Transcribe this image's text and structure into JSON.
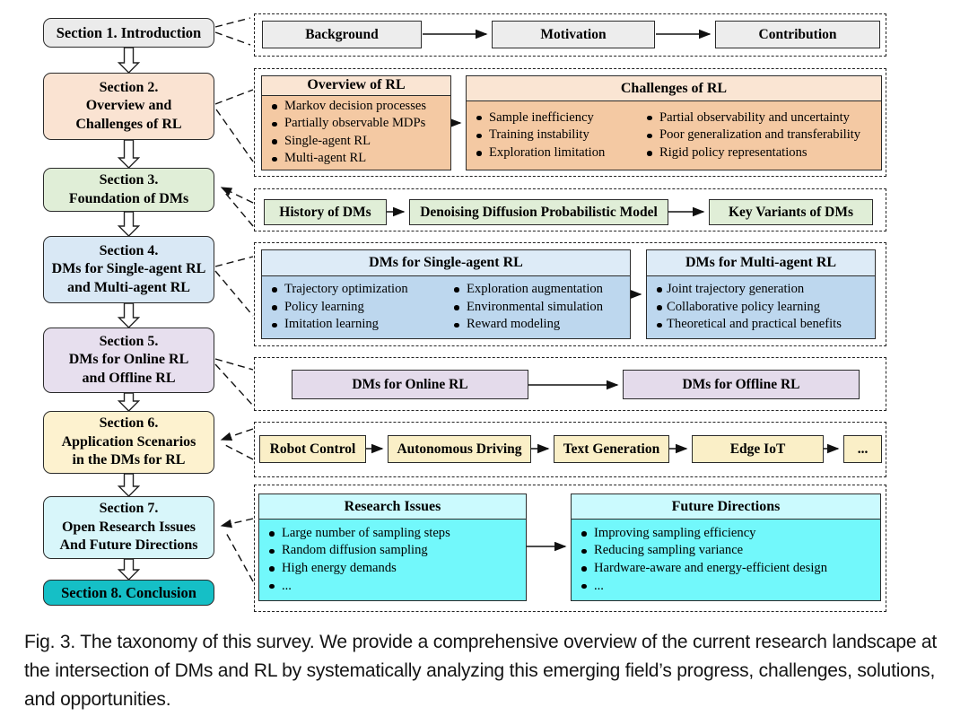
{
  "figure": {
    "caption": "Fig. 3.  The taxonomy of this survey. We provide a comprehensive overview of the current research landscape at the intersection of DMs and RL by systematically analyzing this emerging field’s progress, challenges, solutions, and opportunities."
  },
  "sections": [
    {
      "title": "Section 1. Introduction",
      "color": "#EBEBEB"
    },
    {
      "title": "Section 2.\nOverview and\nChallenges of RL",
      "color": "#FAE3D2"
    },
    {
      "title": "Section 3.\nFoundation of DMs",
      "color": "#E0EED7"
    },
    {
      "title": "Section 4.\nDMs for Single-agent RL\nand Multi-agent RL",
      "color": "#D9E8F5"
    },
    {
      "title": "Section 5.\nDMs for Online RL\nand Offline RL",
      "color": "#E7DFEE"
    },
    {
      "title": "Section 6.\nApplication Scenarios\nin the DMs for RL",
      "color": "#FDF2CF"
    },
    {
      "title": "Section 7.\nOpen Research Issues\nAnd Future Directions",
      "color": "#D8F6FA"
    },
    {
      "title": "Section 8. Conclusion",
      "color": "#15BFC6"
    }
  ],
  "intro_flow": {
    "background": "Background",
    "motivation": "Motivation",
    "contribution": "Contribution"
  },
  "rl": {
    "overview": {
      "title": "Overview of RL",
      "items": [
        "Markov decision processes",
        "Partially observable MDPs",
        "Single-agent RL",
        "Multi-agent RL"
      ]
    },
    "challenges": {
      "title": "Challenges of RL",
      "col1": [
        "Sample inefficiency",
        "Training instability",
        "Exploration limitation"
      ],
      "col2": [
        "Partial observability and uncertainty",
        "Poor generalization and transferability",
        "Rigid policy representations"
      ]
    }
  },
  "foundation": {
    "history": "History of DMs",
    "ddpm": "Denoising Diffusion Probabilistic Model",
    "variants": "Key Variants of DMs"
  },
  "agents": {
    "single": {
      "title": "DMs  for Single-agent RL",
      "col1": [
        "Trajectory optimization",
        "Policy learning",
        "Imitation learning"
      ],
      "col2": [
        "Exploration augmentation",
        "Environmental simulation",
        "Reward modeling"
      ]
    },
    "multi": {
      "title": "DMs for Multi-agent RL",
      "items": [
        "Joint trajectory generation",
        "Collaborative policy learning",
        "Theoretical and practical benefits"
      ]
    }
  },
  "online_offline": {
    "online": "DMs for Online RL",
    "offline": "DMs for Offline RL"
  },
  "applications": {
    "items": [
      "Robot Control",
      "Autonomous Driving",
      "Text Generation",
      "Edge IoT",
      "..."
    ]
  },
  "research": {
    "issues": {
      "title": "Research Issues",
      "items": [
        "Large number of sampling steps",
        "Random diffusion sampling",
        "High energy demands",
        "..."
      ]
    },
    "future": {
      "title": "Future Directions",
      "items": [
        "Improving sampling efficiency",
        "Reducing sampling variance",
        "Hardware-aware and energy-efficient design",
        "..."
      ]
    }
  },
  "colors": {
    "section_gray": "#EBEBEB",
    "section_peach": "#FAE3D2",
    "section_green": "#E0EED7",
    "section_blue": "#D9E8F5",
    "section_lavender": "#E7DFEE",
    "section_cream": "#FDF2CF",
    "section_cyan": "#D8F6FA",
    "section_teal": "#15BFC6",
    "flow_gray": "#EDEDED",
    "peach_header": "#FAE5D3",
    "peach_body": "#F4C9A3",
    "green_box": "#E0EED7",
    "blue_header": "#DDEBF7",
    "blue_body": "#BDD7EE",
    "lavender_box": "#E4DBEB",
    "cream_box": "#FAEFC7",
    "cyan_header": "#CBFAFE",
    "cyan_body": "#72F8FB",
    "line": "#111111"
  }
}
